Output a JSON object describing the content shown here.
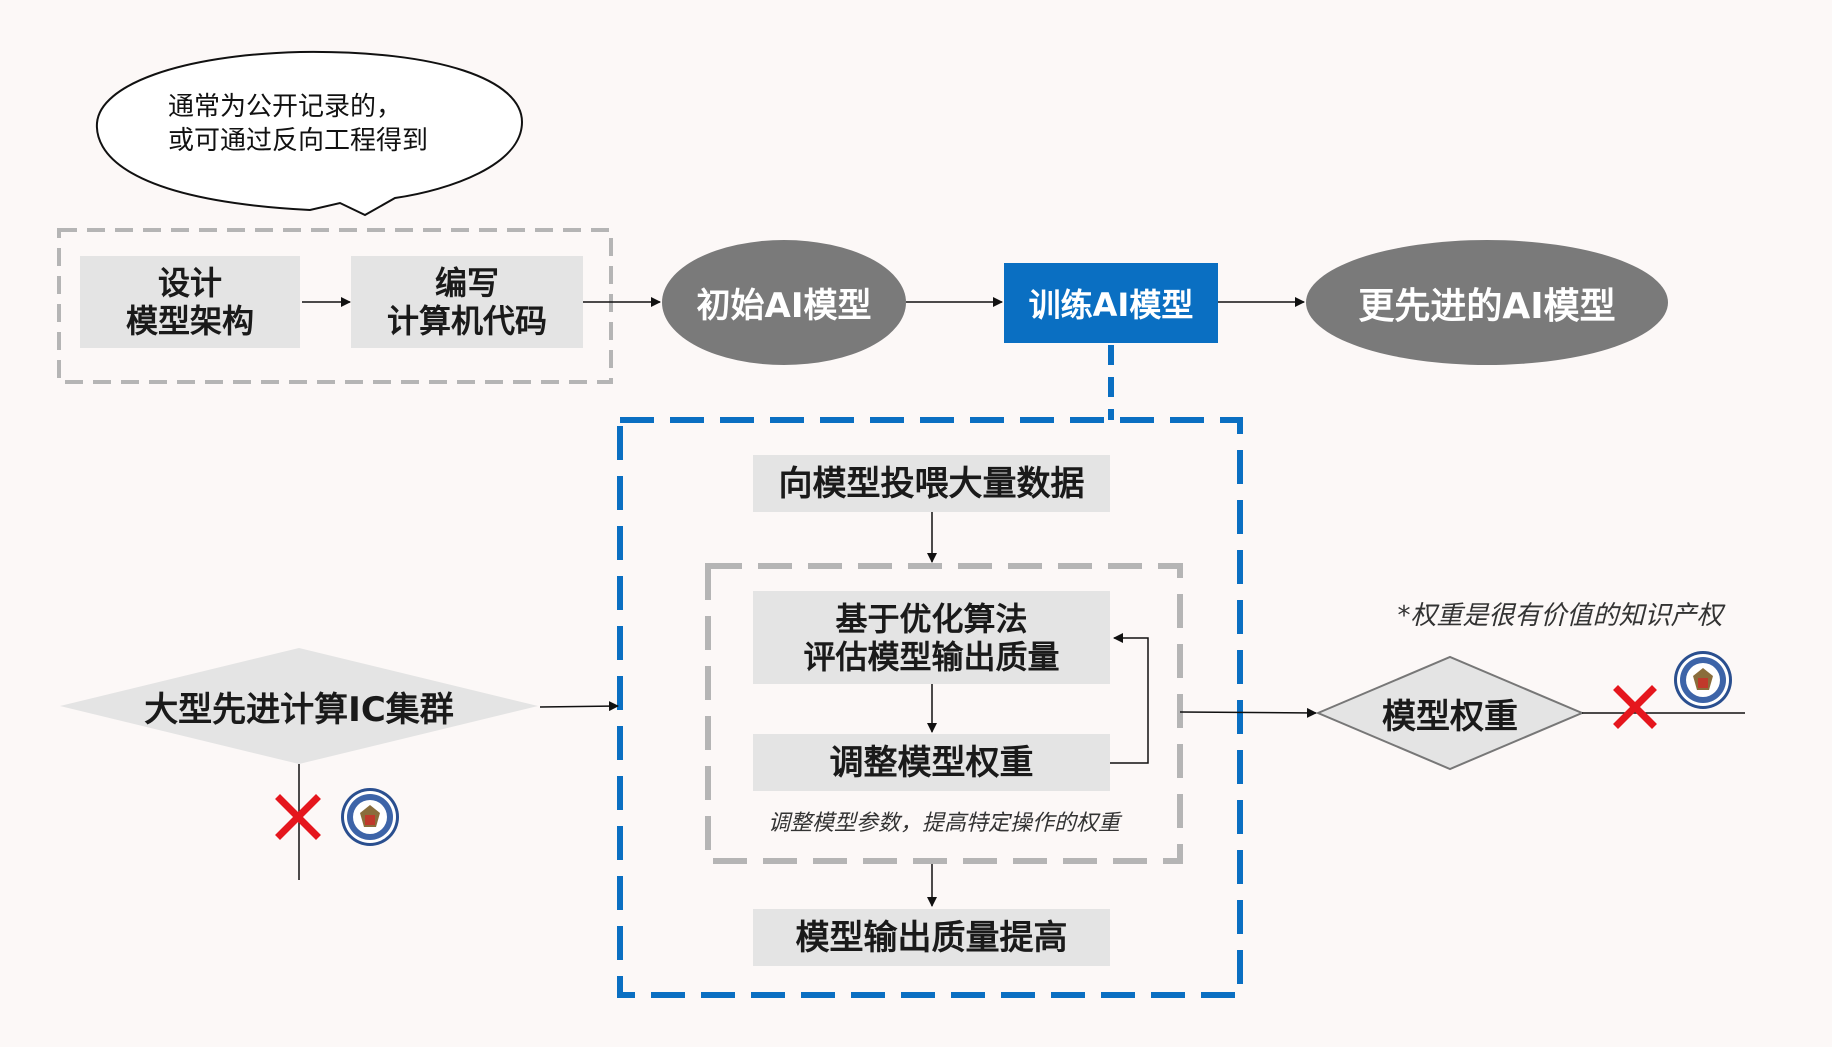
{
  "callout": {
    "text": "通常为公开记录的，\n或可通过反向工程得到"
  },
  "design": {
    "design_label": "设计\n模型架构",
    "code_label": "编写\n计算机代码"
  },
  "pipeline": {
    "initial_model": "初始AI模型",
    "train_model": "训练AI模型",
    "advanced_model": "更先进的AI模型"
  },
  "training": {
    "feed_data": "向模型投喂大量数据",
    "evaluate": "基于优化算法\n评估模型输出质量",
    "adjust": "调整模型权重",
    "adjust_note": "调整模型参数，提高特定操作的权重",
    "improved": "模型输出质量提高"
  },
  "cluster": {
    "label": "大型先进计算IC集群"
  },
  "weights": {
    "label": "模型权重",
    "note": "*权重是很有价值的知识产权"
  },
  "colors": {
    "background": "#fcf8f7",
    "gray_box": "#e4e4e4",
    "ellipse": "#7a7a7a",
    "blue_accent": "#0a6fc2",
    "red_cross": "#e5161d",
    "dashed_gray": "#b5b5b5"
  },
  "icons": [
    "red-cross-icon",
    "us-seal-icon"
  ]
}
